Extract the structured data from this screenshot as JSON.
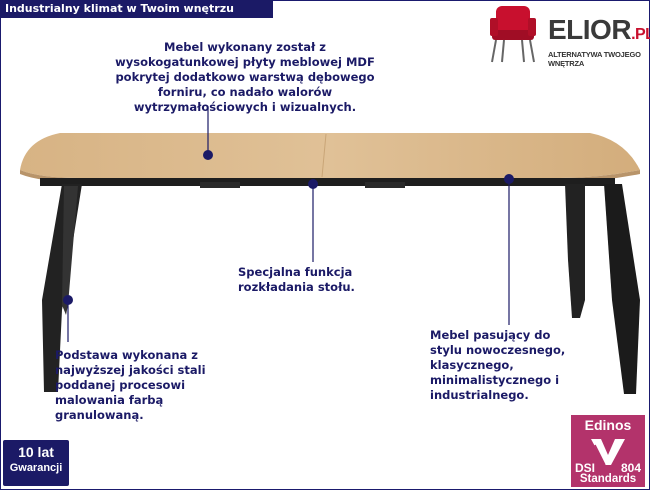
{
  "header": {
    "title": "Industrialny klimat w Twoim wnętrzu"
  },
  "logo": {
    "name": "ELIOR",
    "suffix": ".PL",
    "tagline": "ALTERNATYWA TWOJEGO WNĘTRZA",
    "icon": "red-chair-icon"
  },
  "notes": [
    {
      "lines": [
        "Mebel wykonany został z",
        "wysokogatunkowej płyty meblowej MDF",
        "pokrytej dodatkowo warstwą dębowego",
        "forniru, co nadało walorów",
        "wytrzymałościowych i wizualnych."
      ]
    },
    {
      "lines": [
        "Specjalna funkcja",
        "rozkładania stołu."
      ]
    },
    {
      "lines": [
        "Podstawa wykonana z",
        "najwyższej jakości stali",
        "poddanej procesowi",
        "malowania farbą",
        "granulowaną."
      ]
    },
    {
      "lines": [
        "Mebel pasujący do",
        "stylu nowoczesnego,",
        "klasycznego,",
        "minimalistycznego i",
        "industrialnego."
      ]
    }
  ],
  "badges": {
    "warranty": {
      "line1": "10 lat",
      "line2": "Gwarancji"
    },
    "edinos": {
      "brand": "Edinos",
      "left": "DSI",
      "right": "804",
      "bottom": "Standards"
    }
  },
  "colors": {
    "accent": "#1b1a66",
    "logo_red": "#c8102e",
    "edinos": "#b3336b",
    "oak": "#d9b78a",
    "metal": "#1e1e1e"
  }
}
